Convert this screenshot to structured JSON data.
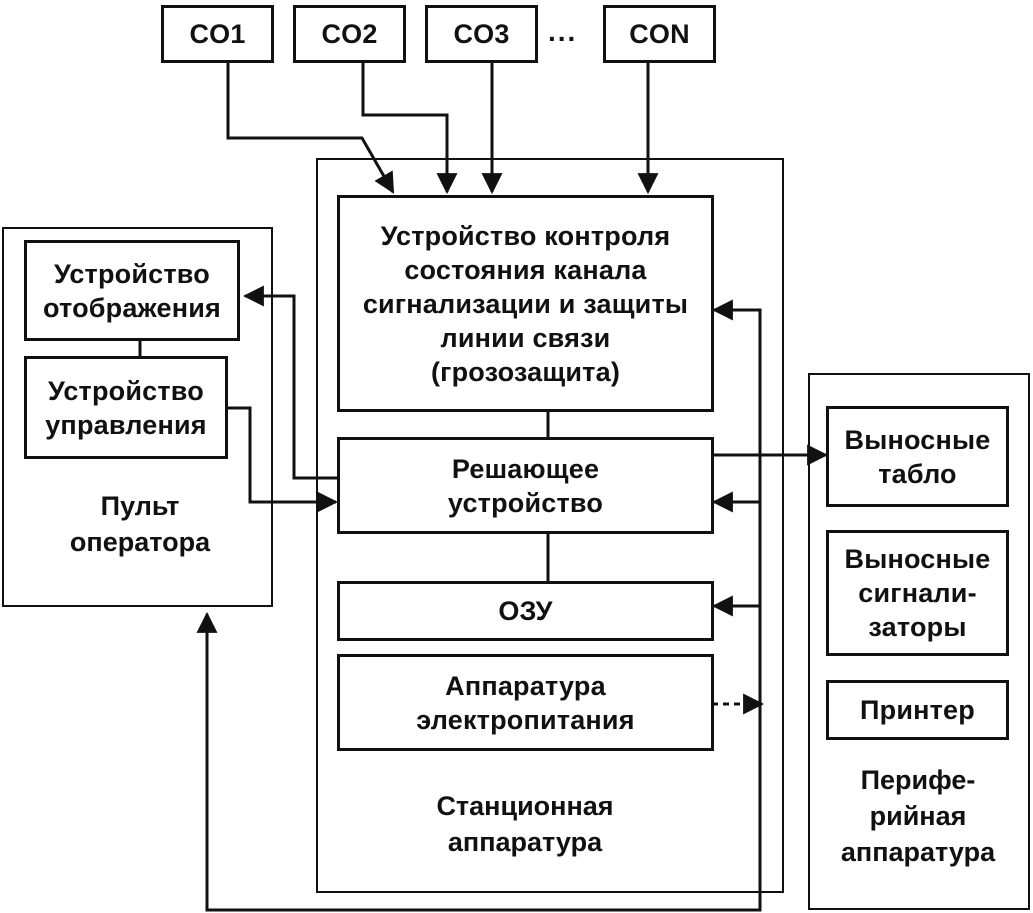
{
  "sources": [
    "CO1",
    "CO2",
    "CO3",
    "CON"
  ],
  "ellipsis": "...",
  "station": {
    "control_unit": "Устройство контроля\nсостояния канала\nсигнализации и защиты\nлинии связи\n(грозозащита)",
    "decision_unit": "Решающее\nустройство",
    "ram": "ОЗУ",
    "power": "Аппаратура\nэлектропитания",
    "caption": "Станционная\nаппаратура"
  },
  "operator": {
    "display": "Устройство\nотображения",
    "control": "Устройство\nуправления",
    "caption": "Пульт\nоператора"
  },
  "peripheral": {
    "boards": "Выносные\nтабло",
    "signalers": "Выносные\nсигнали-\nзаторы",
    "printer": "Принтер",
    "caption": "Перифе-\nрийная\nаппаратура"
  }
}
